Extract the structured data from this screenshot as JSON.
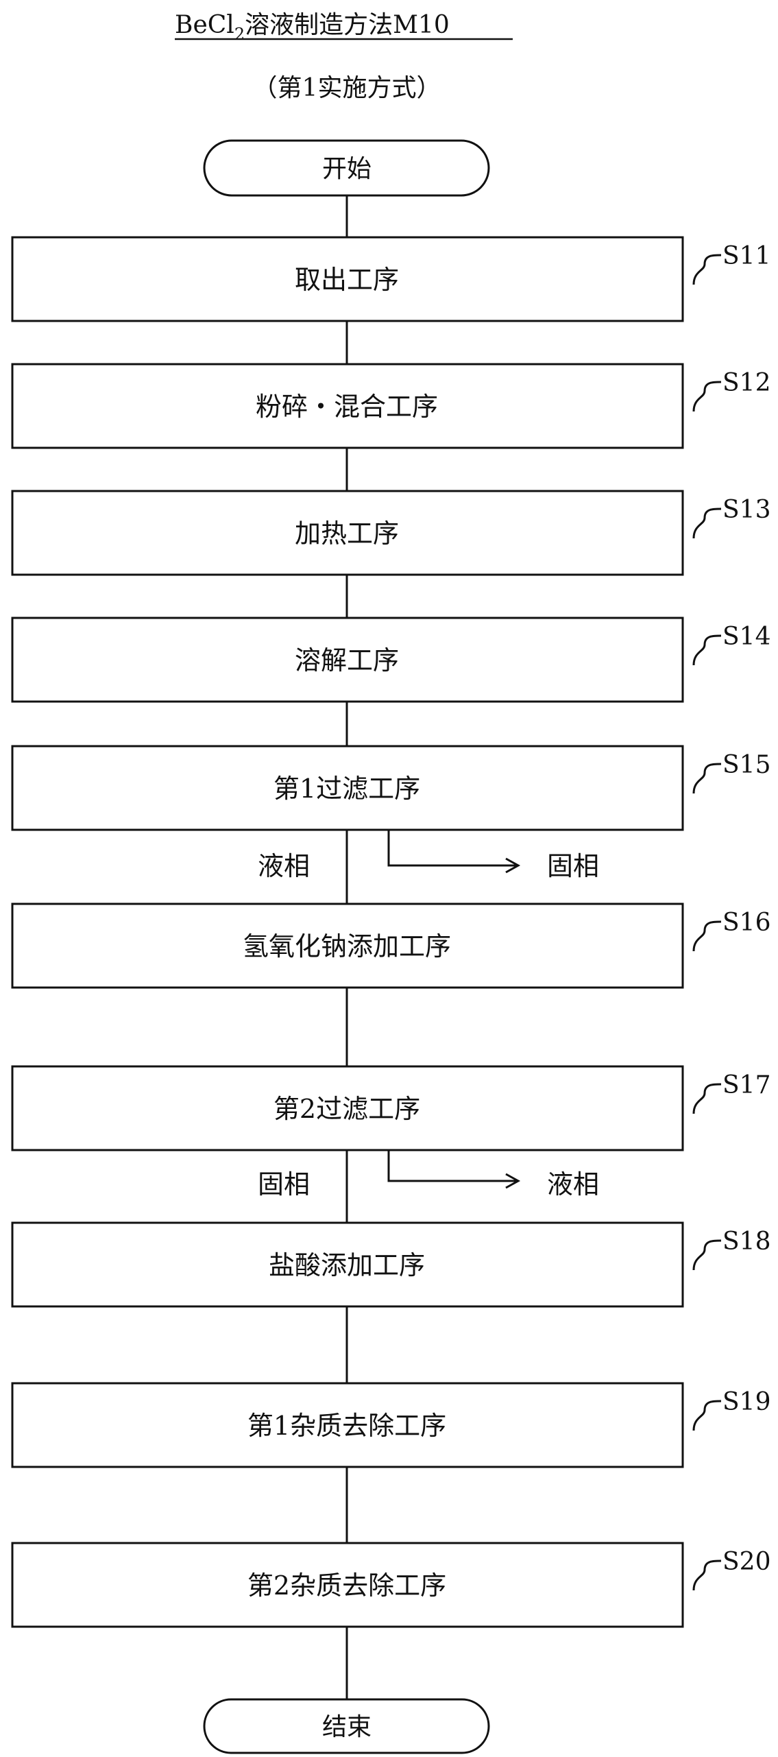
{
  "title": {
    "prefix": "BeCl",
    "subscript": "2",
    "suffix": "溶液制造方法M10",
    "subtitle": "（第1实施方式）"
  },
  "terminals": {
    "start": "开始",
    "end": "结束"
  },
  "steps": [
    {
      "id": "S11",
      "label": "取出工序"
    },
    {
      "id": "S12",
      "label": "粉碎・混合工序"
    },
    {
      "id": "S13",
      "label": "加热工序"
    },
    {
      "id": "S14",
      "label": "溶解工序"
    },
    {
      "id": "S15",
      "label": "第1过滤工序"
    },
    {
      "id": "S16",
      "label": "氢氧化钠添加工序"
    },
    {
      "id": "S17",
      "label": "第2过滤工序"
    },
    {
      "id": "S18",
      "label": "盐酸添加工序"
    },
    {
      "id": "S19",
      "label": "第1杂质去除工序"
    },
    {
      "id": "S20",
      "label": "第2杂质去除工序"
    }
  ],
  "branches": [
    {
      "after": "S15",
      "continues": "液相",
      "removed": "固相"
    },
    {
      "after": "S17",
      "continues": "固相",
      "removed": "液相"
    }
  ]
}
